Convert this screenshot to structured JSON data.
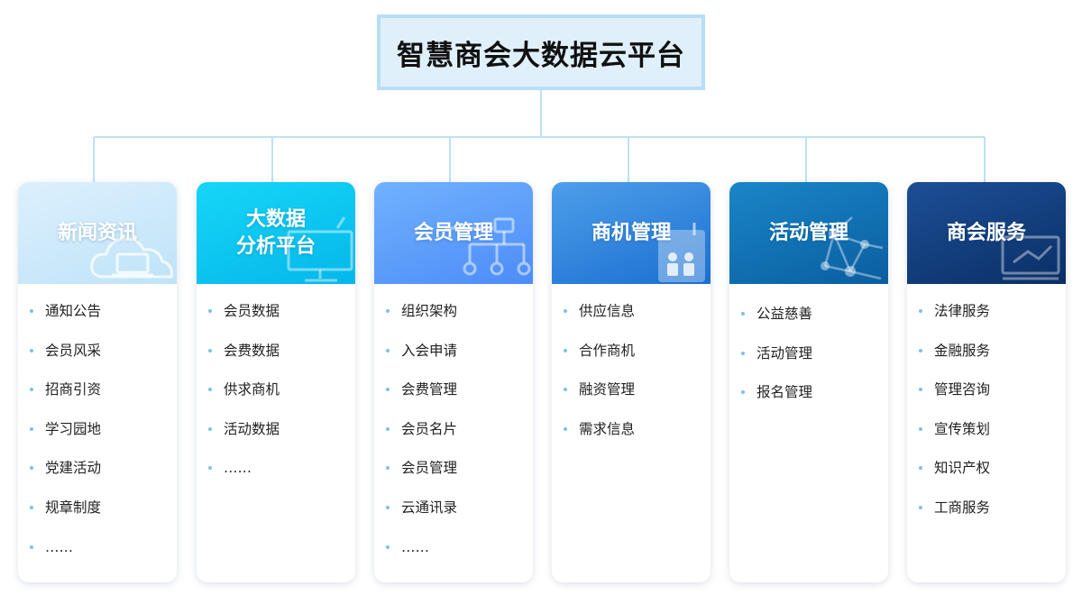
{
  "root": {
    "title": "智慧商会大数据云平台"
  },
  "columns": [
    {
      "title": "新闻资讯",
      "items": [
        "通知公告",
        "会员风采",
        "招商引资",
        "学习园地",
        "党建活动",
        "规章制度",
        "……"
      ]
    },
    {
      "title": "大数据\n分析平台",
      "items": [
        "会员数据",
        "会费数据",
        "供求商机",
        "活动数据",
        "……"
      ]
    },
    {
      "title": "会员管理",
      "items": [
        "组织架构",
        "入会申请",
        "会费管理",
        "会员名片",
        "会员管理",
        "云通讯录",
        "……"
      ]
    },
    {
      "title": "商机管理",
      "items": [
        "供应信息",
        "合作商机",
        "融资管理",
        "需求信息"
      ]
    },
    {
      "title": "活动管理",
      "items": [
        "公益慈善",
        "活动管理",
        "报名管理"
      ]
    },
    {
      "title": "商会服务",
      "items": [
        "法律服务",
        "金融服务",
        "管理咨询",
        "宣传策划",
        "知识产权",
        "工商服务"
      ]
    }
  ],
  "icons": [
    "cloud-laptop-icon",
    "monitor-icon",
    "org-chart-icon",
    "calendar-handshake-icon",
    "network-nodes-icon",
    "presentation-board-icon"
  ],
  "colors": {
    "connector": "#bfe1f4",
    "root_fill": "#dff0fb",
    "root_border": "#b9def5",
    "bullet": "#7cc1ea"
  }
}
